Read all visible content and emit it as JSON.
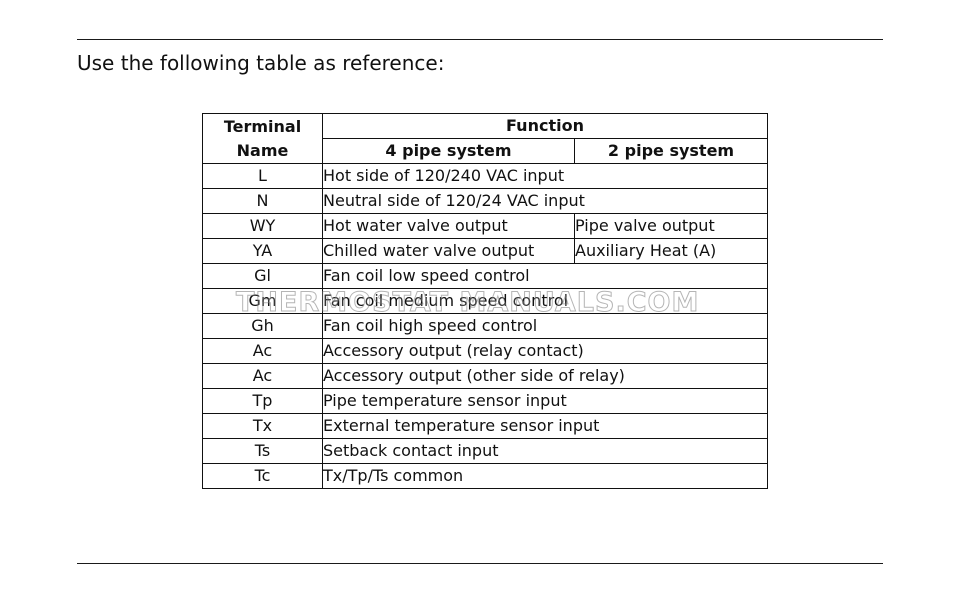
{
  "intro_text": "Use the following table as reference:",
  "table": {
    "header": {
      "terminal_line1": "Terminal",
      "terminal_line2": "Name",
      "function": "Function",
      "four_pipe": "4 pipe system",
      "two_pipe": "2 pipe system"
    },
    "rows": [
      {
        "terminal": "L",
        "function": "Hot side of 120/240 VAC input"
      },
      {
        "terminal": "N",
        "function": "Neutral side of 120/24 VAC input"
      },
      {
        "terminal": "WY",
        "four_pipe": "Hot water valve output",
        "two_pipe": "Pipe valve output"
      },
      {
        "terminal": "YA",
        "four_pipe": "Chilled water valve output",
        "two_pipe": "Auxiliary Heat (A)"
      },
      {
        "terminal": "Gl",
        "function": "Fan coil low speed control"
      },
      {
        "terminal": "Gm",
        "function": "Fan coil medium speed control"
      },
      {
        "terminal": "Gh",
        "function": "Fan coil high speed control"
      },
      {
        "terminal": "Ac",
        "function": "Accessory output (relay contact)"
      },
      {
        "terminal": "Ac",
        "function": "Accessory output (other side of relay)"
      },
      {
        "terminal": "Tp",
        "function": "Pipe temperature sensor input"
      },
      {
        "terminal": "Tx",
        "function": "External temperature sensor input"
      },
      {
        "terminal": "Ts",
        "function": "Setback contact input"
      },
      {
        "terminal": "Tc",
        "function": "Tx/Tp/Ts common"
      }
    ]
  },
  "watermark": "THERMOSTAT MANUALS.COM"
}
